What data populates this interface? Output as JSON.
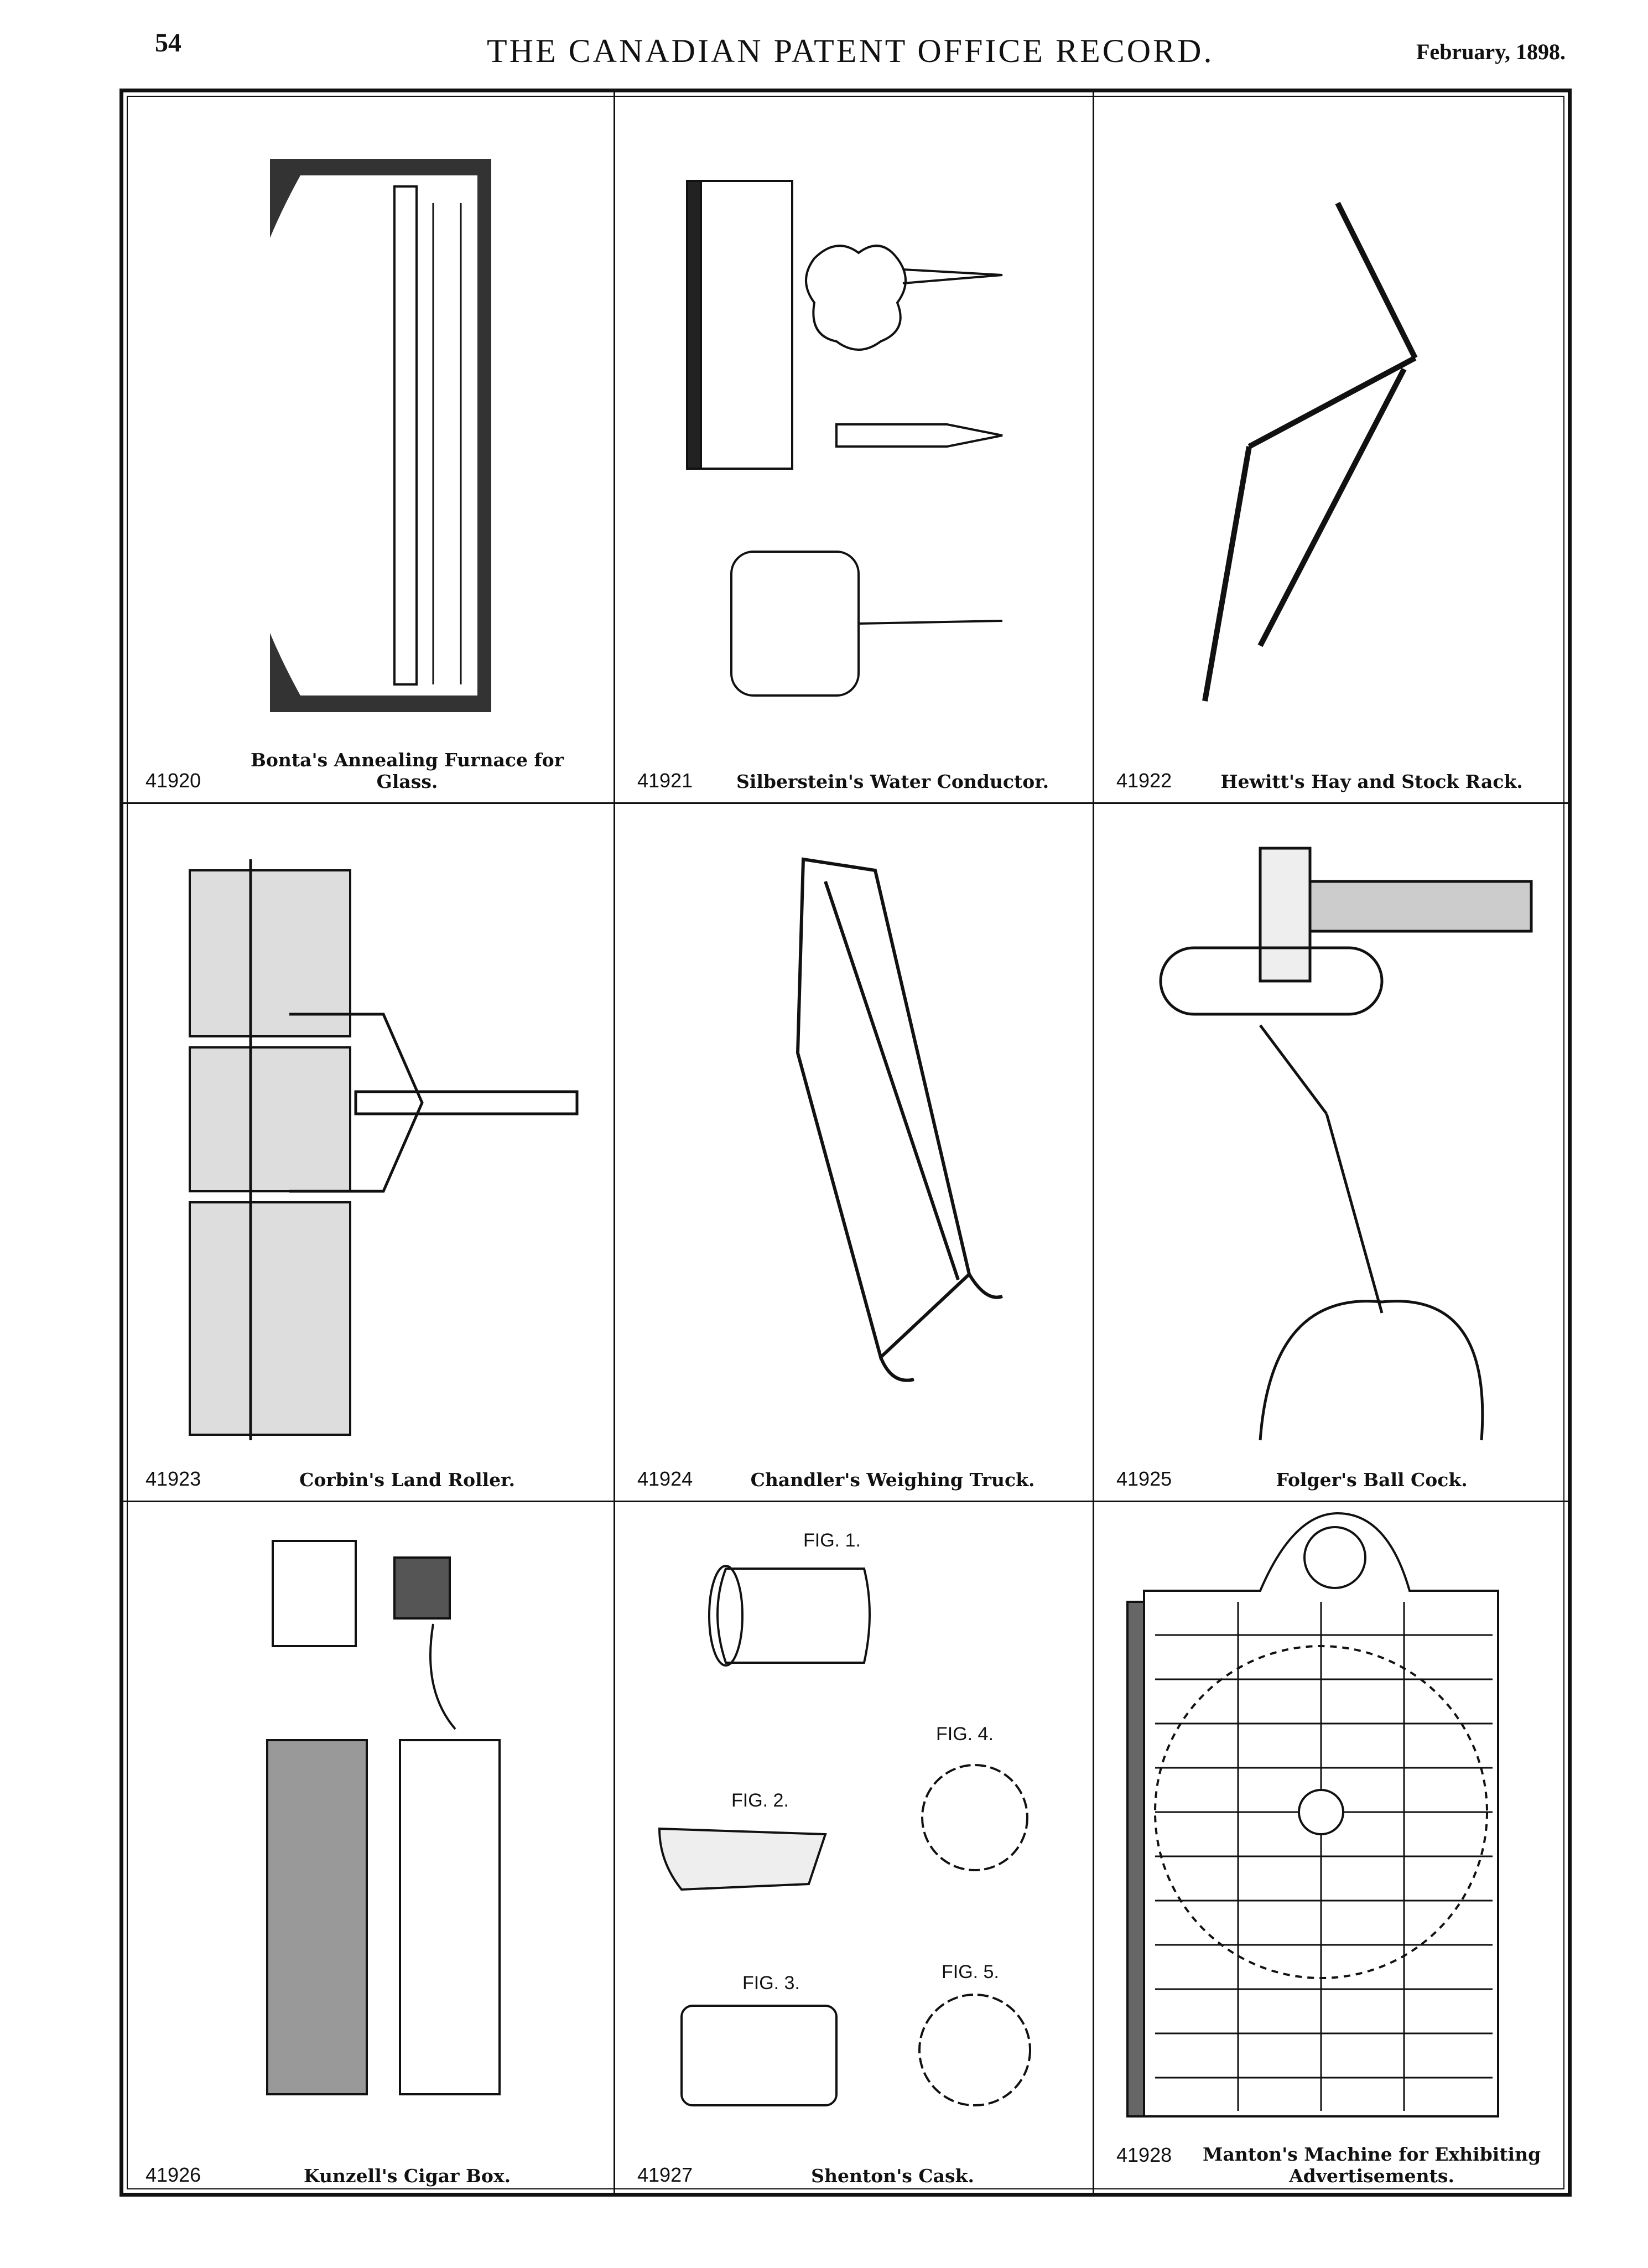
{
  "header": {
    "page_number": "54",
    "title": "THE CANADIAN PATENT OFFICE RECORD.",
    "date": "February, 1898."
  },
  "patents": [
    {
      "number": "41920",
      "title": "Bonta's Annealing Furnace for Glass."
    },
    {
      "number": "41921",
      "title": "Silberstein's Water Conductor."
    },
    {
      "number": "41922",
      "title": "Hewitt's Hay and Stock Rack."
    },
    {
      "number": "41923",
      "title": "Corbin's Land Roller."
    },
    {
      "number": "41924",
      "title": "Chandler's Weighing Truck."
    },
    {
      "number": "41925",
      "title": "Folger's Ball Cock."
    },
    {
      "number": "41926",
      "title": "Kunzell's Cigar Box."
    },
    {
      "number": "41927",
      "title": "Shenton's Cask."
    },
    {
      "number": "41928",
      "title": "Manton's Machine for Exhibiting Advertisements."
    }
  ],
  "figure_labels": {
    "fig1": "FIG. 1.",
    "fig2": "FIG. 2.",
    "fig3": "FIG. 3.",
    "fig4": "FIG. 4.",
    "fig5": "FIG. 5."
  }
}
